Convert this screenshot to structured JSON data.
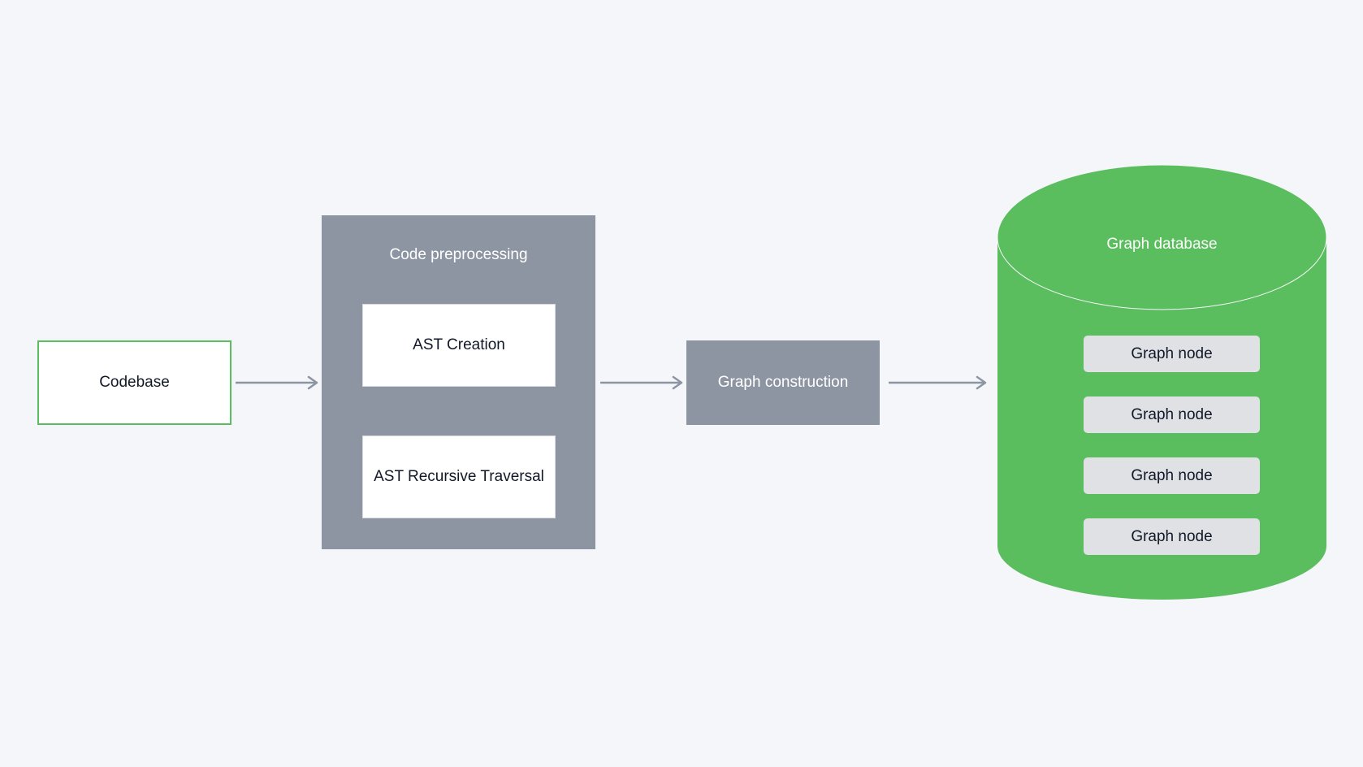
{
  "codebase": {
    "label": "Codebase"
  },
  "preprocessing": {
    "title": "Code preprocessing",
    "steps": [
      "AST Creation",
      "AST Recursive Traversal"
    ]
  },
  "graph_construction": {
    "label": "Graph construction"
  },
  "database": {
    "title": "Graph database",
    "nodes": [
      "Graph node",
      "Graph node",
      "Graph node",
      "Graph node"
    ]
  },
  "colors": {
    "background": "#f4f6fa",
    "gray_block": "#8e95a2",
    "green": "#5abd5e",
    "arrow": "#8e95a2",
    "node_fill": "#dfe1e5"
  }
}
